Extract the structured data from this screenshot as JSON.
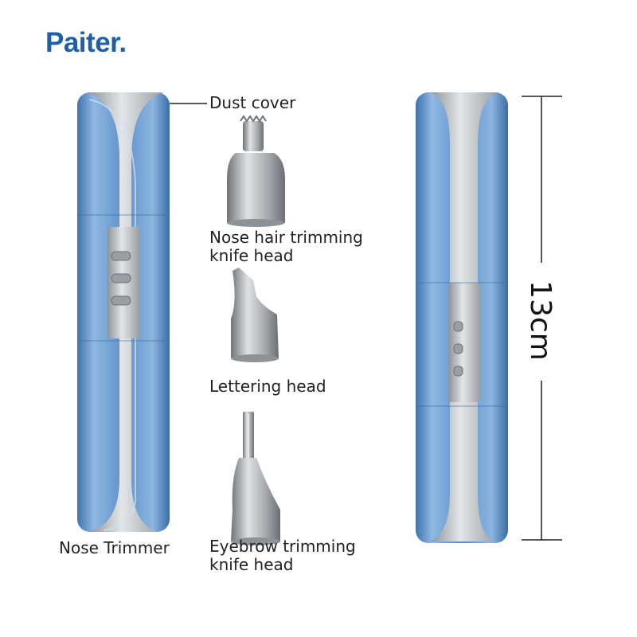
{
  "brand": {
    "logo": "Paiter."
  },
  "labels": {
    "dust_cover": "Dust cover",
    "nose_hair_head": [
      "Nose hair trimming",
      "knife head"
    ],
    "lettering_head": "Lettering head",
    "eyebrow_head": [
      "Eyebrow trimming",
      "knife head"
    ],
    "nose_trimmer": "Nose Trimmer"
  },
  "dimension": {
    "length": "13cm"
  },
  "colors": {
    "brand_blue": "#1f5fa8",
    "body_blue": "#5b8fc8",
    "body_light": "#9ec3e8",
    "silver": "#c4c8cc"
  },
  "icons": [
    "trimmer-left-icon",
    "trimmer-right-icon",
    "nose-hair-head-icon",
    "lettering-head-icon",
    "eyebrow-head-icon"
  ]
}
